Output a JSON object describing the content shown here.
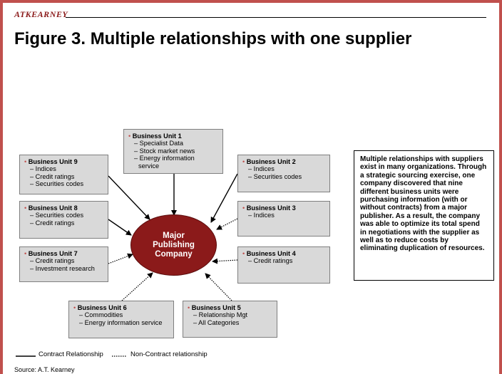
{
  "brand": "ATKEARNEY",
  "title": "Figure 3. Multiple relationships with one supplier",
  "center": [
    "Major",
    "Publishing",
    "Company"
  ],
  "units": [
    {
      "name": "Business Unit 1",
      "items": [
        "Specialist Data",
        "Stock market news",
        "Energy information service"
      ],
      "relationship": "contract"
    },
    {
      "name": "Business Unit 2",
      "items": [
        "Indices",
        "Securities codes"
      ],
      "relationship": "contract"
    },
    {
      "name": "Business Unit 3",
      "items": [
        "Indices"
      ],
      "relationship": "non-contract"
    },
    {
      "name": "Business Unit 4",
      "items": [
        "Credit ratings"
      ],
      "relationship": "non-contract"
    },
    {
      "name": "Business Unit 5",
      "items": [
        "Relationship Mgt",
        "All Categories"
      ],
      "relationship": "non-contract"
    },
    {
      "name": "Business Unit 6",
      "items": [
        "Commodities",
        "Energy information service"
      ],
      "relationship": "non-contract"
    },
    {
      "name": "Business Unit 7",
      "items": [
        "Credit ratings",
        "Investment research"
      ],
      "relationship": "non-contract"
    },
    {
      "name": "Business Unit  8",
      "items": [
        "Securities codes",
        "Credit ratings"
      ],
      "relationship": "contract"
    },
    {
      "name": "Business Unit 9",
      "items": [
        "Indices",
        "Credit ratings",
        "Securities codes"
      ],
      "relationship": "contract"
    }
  ],
  "side_note": "Multiple relationships with suppliers exist in many organizations. Through a strategic sourcing exercise, one company discovered that nine different business units were purchasing information (with or without contracts) from a major publisher. As a result, the company was able to optimize its total spend in negotiations with the supplier as well as to reduce costs by eliminating duplication of resources.",
  "legend": {
    "contract": "Contract Relationship",
    "non_contract": "Non-Contract relationship"
  },
  "source": "Source: A.T. Kearney"
}
